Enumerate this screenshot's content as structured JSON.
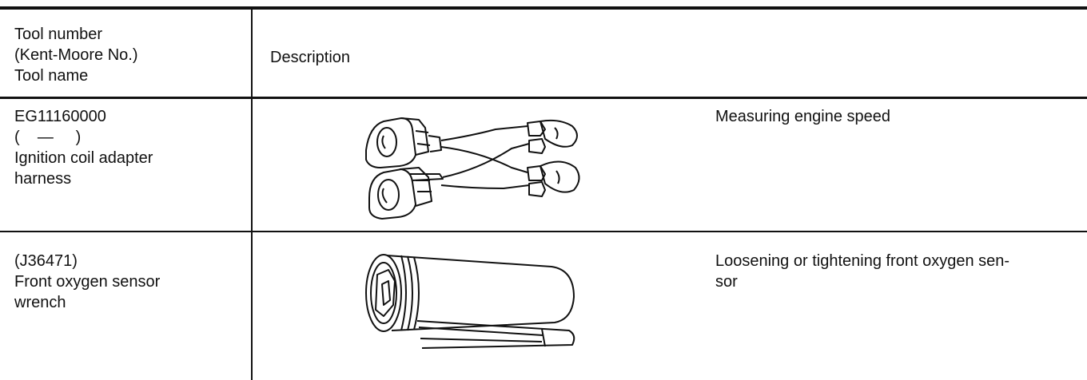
{
  "header": {
    "tool_col_lines": [
      "Tool number",
      "(Kent-Moore No.)",
      "Tool name"
    ],
    "desc_col": "Description"
  },
  "rows": [
    {
      "tool_lines": [
        "EG11160000",
        "(    —     )",
        "Ignition coil adapter",
        "harness"
      ],
      "desc_lines": [
        "Measuring engine speed"
      ],
      "illustration": "ignition-coil-adapter-harness-drawing"
    },
    {
      "tool_lines": [
        "(J36471)",
        "Front oxygen sensor",
        "wrench"
      ],
      "desc_lines": [
        "Loosening or tightening front oxygen sen-",
        "sor"
      ],
      "illustration": "front-oxygen-sensor-wrench-drawing"
    }
  ]
}
